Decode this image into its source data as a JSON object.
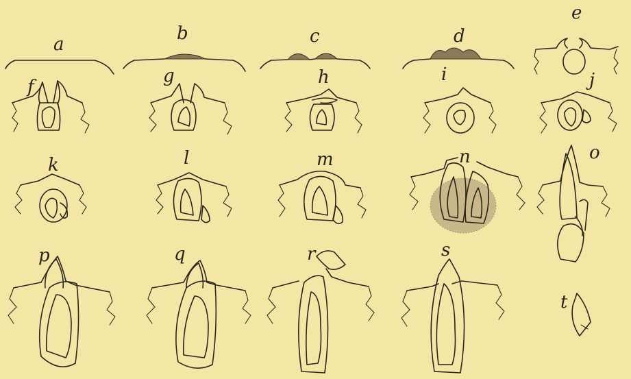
{
  "figure": {
    "background": "#f4e7a5",
    "ink_color": "#2b2418",
    "panels": [
      {
        "id": "a",
        "label": "a"
      },
      {
        "id": "b",
        "label": "b"
      },
      {
        "id": "c",
        "label": "c"
      },
      {
        "id": "d",
        "label": "d"
      },
      {
        "id": "e",
        "label": "e"
      },
      {
        "id": "f",
        "label": "f"
      },
      {
        "id": "g",
        "label": "g"
      },
      {
        "id": "h",
        "label": "h"
      },
      {
        "id": "i",
        "label": "i"
      },
      {
        "id": "j",
        "label": "j"
      },
      {
        "id": "k",
        "label": "k"
      },
      {
        "id": "l",
        "label": "l"
      },
      {
        "id": "m",
        "label": "m"
      },
      {
        "id": "n",
        "label": "n"
      },
      {
        "id": "o",
        "label": "o"
      },
      {
        "id": "p",
        "label": "p"
      },
      {
        "id": "q",
        "label": "q"
      },
      {
        "id": "r",
        "label": "r"
      },
      {
        "id": "s",
        "label": "s"
      },
      {
        "id": "t",
        "label": "t"
      }
    ]
  }
}
